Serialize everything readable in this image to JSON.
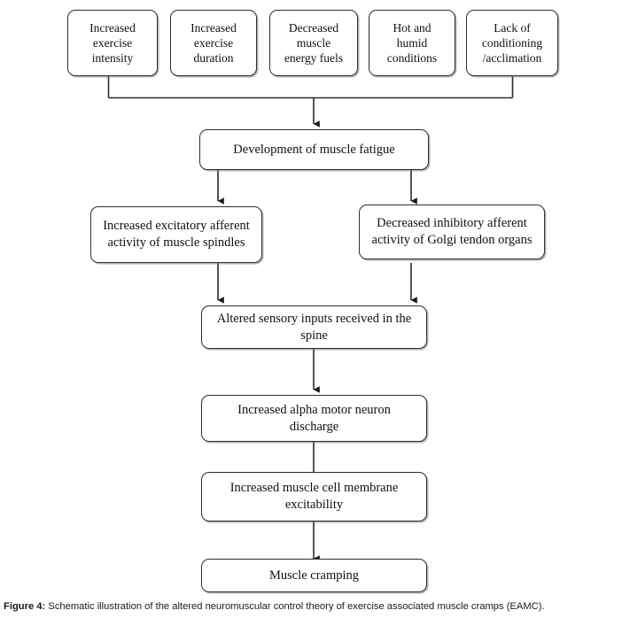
{
  "figure": {
    "caption_label": "Figure 4:",
    "caption_text": " Schematic illustration of the altered neuromuscular control theory of exercise associated muscle cramps (EAMC)."
  },
  "colors": {
    "box_border": "#2e2e2e",
    "box_fill": "#ffffff",
    "arrow": "#1a1a1a",
    "text": "#111111",
    "background": "#ffffff"
  },
  "chart_data": {
    "type": "diagram",
    "title": "Altered neuromuscular control theory of exercise associated muscle cramps (EAMC)",
    "orientation": "top-to-bottom",
    "nodes": [
      {
        "id": "n1",
        "label": "Increased\nexercise\nintensity",
        "level": 0
      },
      {
        "id": "n2",
        "label": "Increased\nexercise\nduration",
        "level": 0
      },
      {
        "id": "n3",
        "label": "Decreased\nmuscle\nenergy fuels",
        "level": 0
      },
      {
        "id": "n4",
        "label": "Hot and\nhumid\nconditions",
        "level": 0
      },
      {
        "id": "n5",
        "label": "Lack of\nconditioning\n/acclimation",
        "level": 0
      },
      {
        "id": "n6",
        "label": "Development of muscle fatigue",
        "level": 1
      },
      {
        "id": "n7",
        "label": "Increased excitatory afferent\nactivity of muscle spindles",
        "level": 2
      },
      {
        "id": "n8",
        "label": "Decreased inhibitory afferent\nactivity of Golgi tendon organs",
        "level": 2
      },
      {
        "id": "n9",
        "label": "Altered sensory inputs received in the\nspine",
        "level": 3
      },
      {
        "id": "n10",
        "label": "Increased alpha motor neuron\ndischarge",
        "level": 4
      },
      {
        "id": "n11",
        "label": "Increased muscle cell membrane\nexcitability",
        "level": 5
      },
      {
        "id": "n12",
        "label": "Muscle cramping",
        "level": 6
      }
    ],
    "edges": [
      {
        "from": "n1",
        "to": "n6",
        "style": "bus"
      },
      {
        "from": "n2",
        "to": "n6",
        "style": "bus"
      },
      {
        "from": "n3",
        "to": "n6",
        "style": "bus"
      },
      {
        "from": "n4",
        "to": "n6",
        "style": "bus"
      },
      {
        "from": "n5",
        "to": "n6",
        "style": "bus"
      },
      {
        "from": "n6",
        "to": "n7",
        "style": "arrow"
      },
      {
        "from": "n6",
        "to": "n8",
        "style": "arrow"
      },
      {
        "from": "n7",
        "to": "n9",
        "style": "arrow"
      },
      {
        "from": "n8",
        "to": "n9",
        "style": "arrow"
      },
      {
        "from": "n9",
        "to": "n10",
        "style": "arrow"
      },
      {
        "from": "n10",
        "to": "n11",
        "style": "arrow"
      },
      {
        "from": "n11",
        "to": "n12",
        "style": "arrow"
      }
    ]
  },
  "nodes": {
    "n1": {
      "line1": "Increased",
      "line2": "exercise",
      "line3": "intensity"
    },
    "n2": {
      "line1": "Increased",
      "line2": "exercise",
      "line3": "duration"
    },
    "n3": {
      "line1": "Decreased",
      "line2": "muscle",
      "line3": "energy fuels"
    },
    "n4": {
      "line1": "Hot and",
      "line2": "humid",
      "line3": "conditions"
    },
    "n5": {
      "line1": "Lack of",
      "line2": "conditioning",
      "line3": "/acclimation"
    },
    "n6": {
      "line1": "Development of muscle fatigue"
    },
    "n7": {
      "line1": "Increased excitatory afferent",
      "line2": "activity of muscle spindles"
    },
    "n8": {
      "line1": "Decreased inhibitory afferent",
      "line2": "activity of Golgi tendon organs"
    },
    "n9": {
      "line1": "Altered sensory inputs received in the",
      "line2": "spine"
    },
    "n10": {
      "line1": "Increased alpha motor neuron",
      "line2": "discharge"
    },
    "n11": {
      "line1": "Increased muscle cell membrane",
      "line2": "excitability"
    },
    "n12": {
      "line1": "Muscle cramping"
    }
  }
}
